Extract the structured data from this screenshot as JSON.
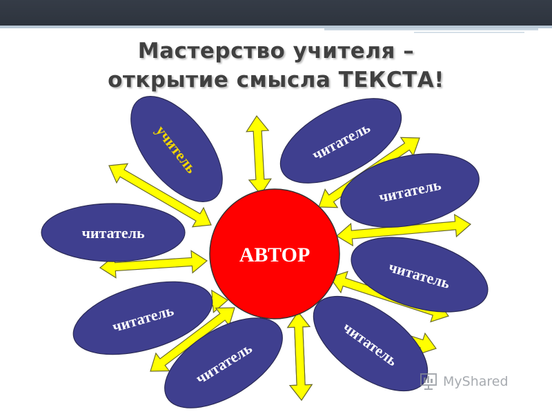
{
  "title": {
    "line1": "Мастерство учителя –",
    "line2": "открытие смысла ТЕКСТА!"
  },
  "center": {
    "label": "АВТОР",
    "color": "#ff0000"
  },
  "petal_color": "#3f3f8f",
  "arrow_color": "#ffff00",
  "petals": [
    {
      "label": "учитель",
      "role": "teacher",
      "label_color": "#f2d600"
    },
    {
      "label": "читатель",
      "role": "reader"
    },
    {
      "label": "читатель",
      "role": "reader"
    },
    {
      "label": "читатель",
      "role": "reader"
    },
    {
      "label": "читатель",
      "role": "reader"
    },
    {
      "label": "читатель",
      "role": "reader"
    },
    {
      "label": "читатель",
      "role": "reader"
    },
    {
      "label": "читатель",
      "role": "reader"
    },
    {
      "label": "читатель",
      "role": "reader"
    }
  ],
  "watermark": {
    "icon": "presentation-icon",
    "text": "MyShared"
  }
}
